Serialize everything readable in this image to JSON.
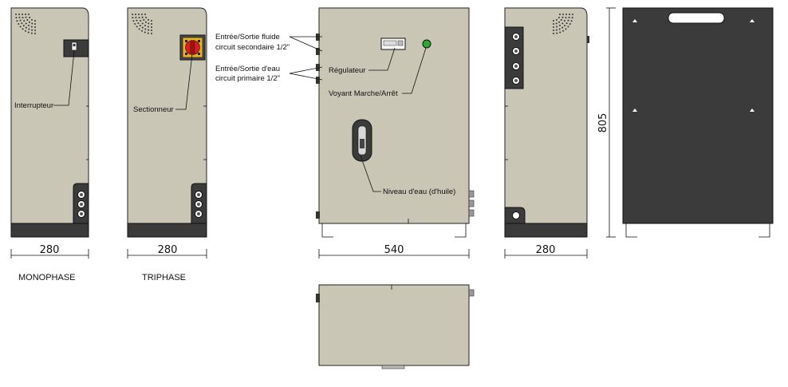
{
  "labels": {
    "interrupteur": "Interrupteur",
    "sectionneur": "Sectionneur",
    "fluide_line1": "Entrée/Sortie fluide",
    "fluide_line2": "circuit secondaire 1/2\"",
    "eau_line1": "Entrée/Sortie d'eau",
    "eau_line2": "circuit primaire 1/2\"",
    "regulateur": "Régulateur",
    "voyant": "Voyant Marche/Arrêt",
    "niveau": "Niveau d'eau (d'huile)"
  },
  "captions": {
    "monophase": "MONOPHASE",
    "triphase": "TRIPHASE"
  },
  "dimensions": {
    "width_mono": "280",
    "width_tri": "280",
    "width_front": "540",
    "width_side": "280",
    "height": "805"
  },
  "colors": {
    "body": "#c9c6b6",
    "base": "#3b3b3b",
    "switch_red": "#d42020",
    "switch_yellow": "#e8b020",
    "indicator_green": "#2fa82f"
  }
}
